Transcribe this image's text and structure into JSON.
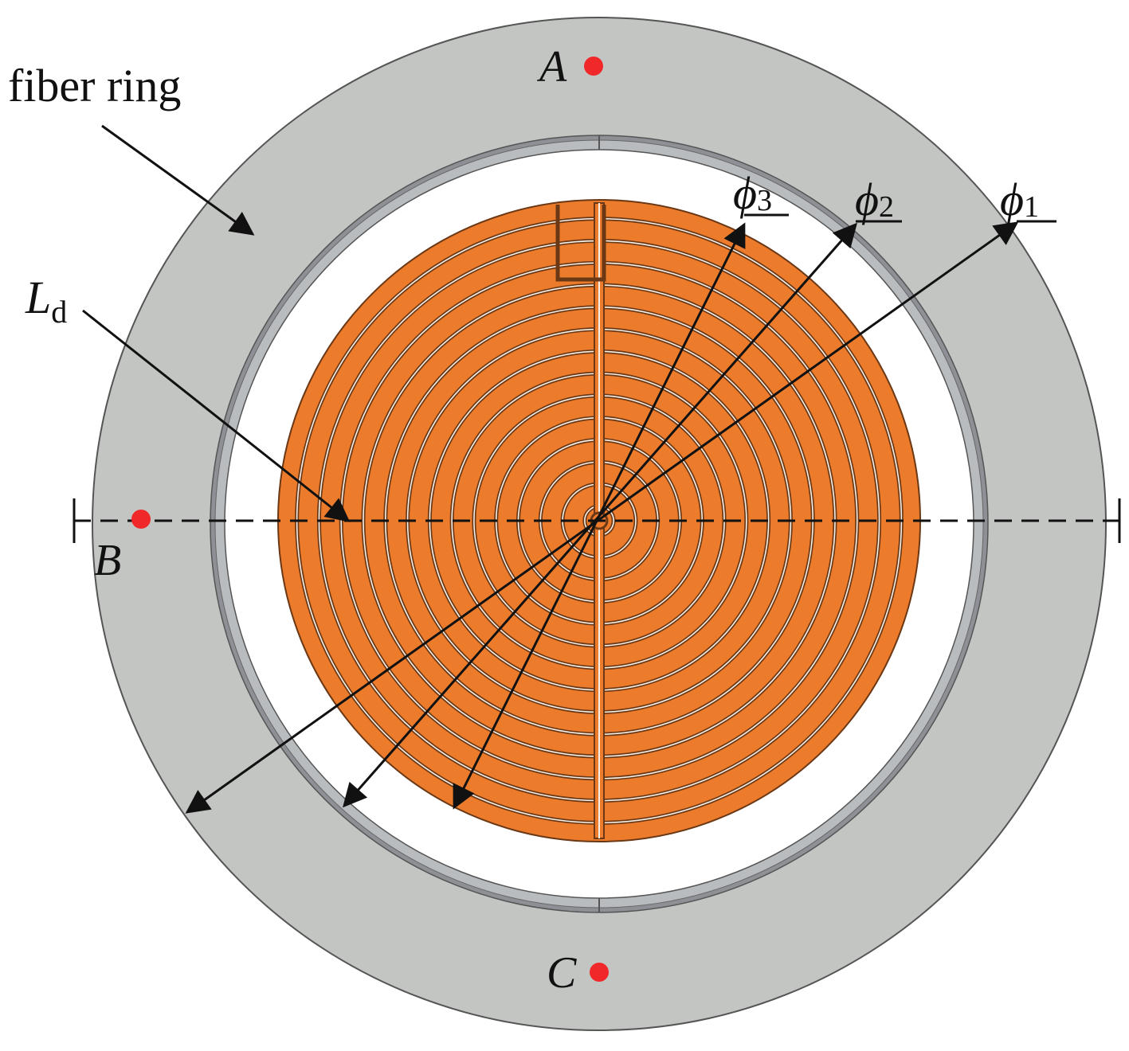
{
  "labels": {
    "fiber_ring": "fiber ring",
    "point_a": "A",
    "point_b": "B",
    "point_c": "C",
    "ld_main": "L",
    "ld_sub": "d",
    "phi_symbol": "ϕ",
    "phi1_sub": "1",
    "phi2_sub": "2",
    "phi3_sub": "3"
  },
  "colors": {
    "ring": "#c2c5c2",
    "ring_inner_band": "#8e9096",
    "coil": "#ec7b2c",
    "coil_outline": "#6b3815",
    "gap": "#ffffff",
    "marker": "#f0282a",
    "line": "#111111"
  },
  "coil_turns": 14
}
